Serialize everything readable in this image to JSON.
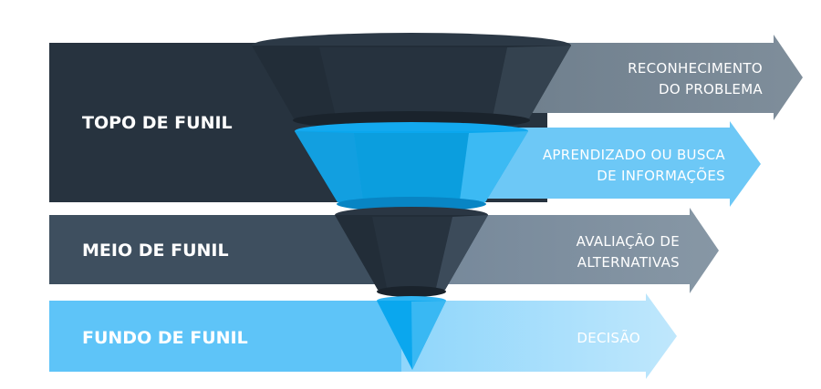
{
  "stages": {
    "top": "TOPO DE FUNIL",
    "middle": "MEIO DE FUNIL",
    "bottom": "FUNDO DE FUNIL"
  },
  "steps": {
    "s1": {
      "line1": "RECONHECIMENTO",
      "line2": "DO PROBLEMA"
    },
    "s2": {
      "line1": "APRENDIZADO OU BUSCA",
      "line2": "DE INFORMAÇÕES"
    },
    "s3": {
      "line1": "AVALIAÇÃO DE",
      "line2": "ALTERNATIVAS"
    },
    "s4": {
      "line1": "DECISÃO"
    }
  },
  "colors": {
    "dark_navy": "#27333f",
    "slate": "#3e4f5f",
    "light_blue": "#5ec4f8",
    "bright_blue": "#0aa7ee",
    "gray_arrow": "#7e8d99"
  }
}
